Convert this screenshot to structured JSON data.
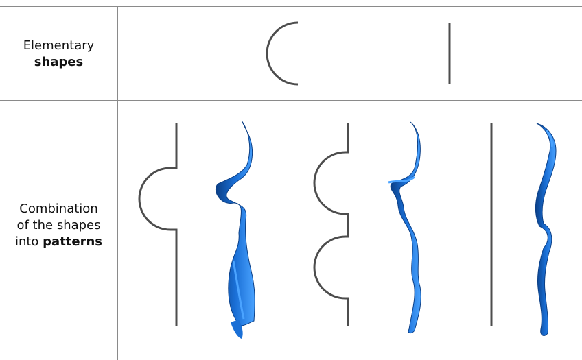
{
  "row1": {
    "label_plain": "Elementary",
    "label_bold": "shapes"
  },
  "row2": {
    "label_line1": "Combination",
    "label_line2": "of the shapes",
    "label_line3_plain": "into ",
    "label_line3_bold": "patterns"
  },
  "colors": {
    "line": "#4d4d4d",
    "grid": "#8a8a8a",
    "blue": "#1a6fd6",
    "blue_dark": "#0b3f86",
    "blue_light": "#4aa3ff"
  },
  "shapes": [
    "semicircle-shape",
    "straight-line-shape"
  ],
  "patterns": [
    "one-bump-pattern",
    "two-bump-pattern",
    "straight-pattern"
  ]
}
